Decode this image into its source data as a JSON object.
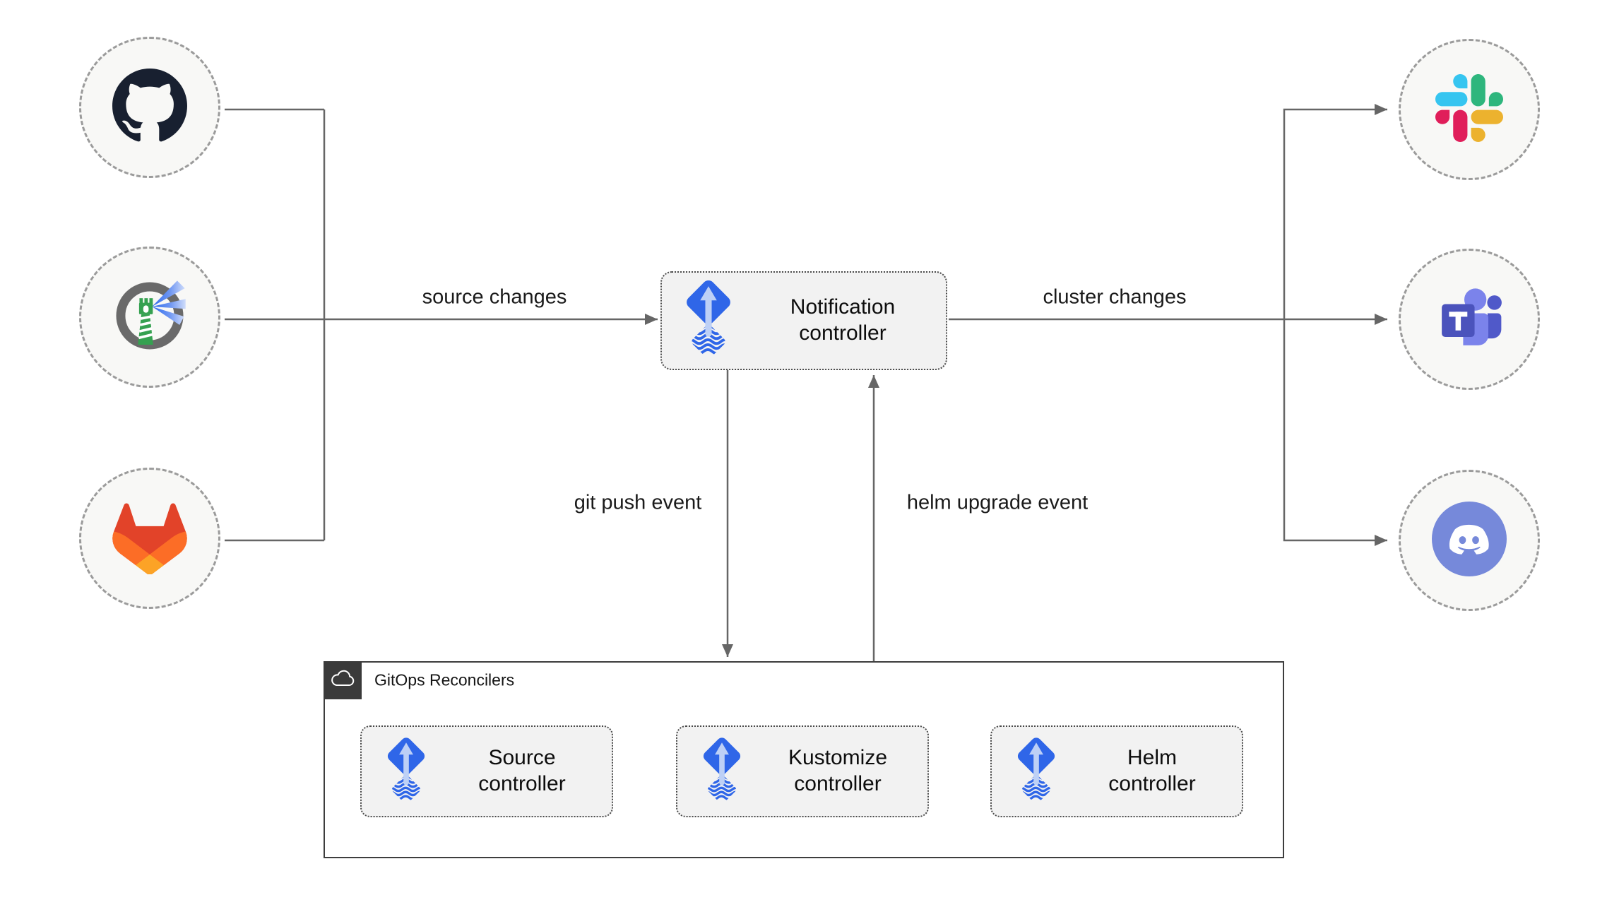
{
  "diagram": {
    "type": "architecture-diagram",
    "background": "#ffffff"
  },
  "group": {
    "label": "GitOps Reconcilers",
    "icon": "cloud-icon"
  },
  "nodes": {
    "notification": {
      "label": "Notification controller",
      "icon": "flux-icon"
    },
    "source": {
      "label": "Source controller",
      "icon": "flux-icon"
    },
    "kustomize": {
      "label": "Kustomize controller",
      "icon": "flux-icon"
    },
    "helm": {
      "label": "Helm controller",
      "icon": "flux-icon"
    }
  },
  "edges": {
    "source_changes": "source changes",
    "cluster_changes": "cluster changes",
    "git_push_event": "git push event",
    "helm_upgrade_event": "helm upgrade event"
  },
  "sources": [
    {
      "id": "github",
      "icon": "github-icon"
    },
    {
      "id": "lighthouse",
      "icon": "lighthouse-icon"
    },
    {
      "id": "gitlab",
      "icon": "gitlab-icon"
    }
  ],
  "targets": [
    {
      "id": "slack",
      "icon": "slack-icon"
    },
    {
      "id": "teams",
      "icon": "teams-icon"
    },
    {
      "id": "discord",
      "icon": "discord-icon"
    }
  ],
  "colors": {
    "line": "#666666",
    "node_fill": "#f2f2f2",
    "node_border": "#4a4a4a",
    "circle_fill": "#f8f8f6",
    "circle_border": "#9b9b9b",
    "group_border": "#3d3d3d",
    "group_header": "#3a3a3a",
    "flux_blue": "#2f66e8",
    "flux_light_arrow": "#bdd0f6",
    "github_dark": "#182030",
    "lighthouse_green": "#35a150",
    "lighthouse_beam": "#2e6bee",
    "gitlab_red": "#e24329",
    "gitlab_orange": "#fc6d26",
    "gitlab_yellow": "#fca326",
    "slack_blue": "#36c5f0",
    "slack_green": "#2eb67d",
    "slack_yellow": "#ecb22e",
    "slack_pink": "#e01e5a",
    "teams_dark": "#4b53bc",
    "teams_mid": "#5059c9",
    "teams_light": "#7b83eb",
    "discord_blurple": "#7689da"
  }
}
